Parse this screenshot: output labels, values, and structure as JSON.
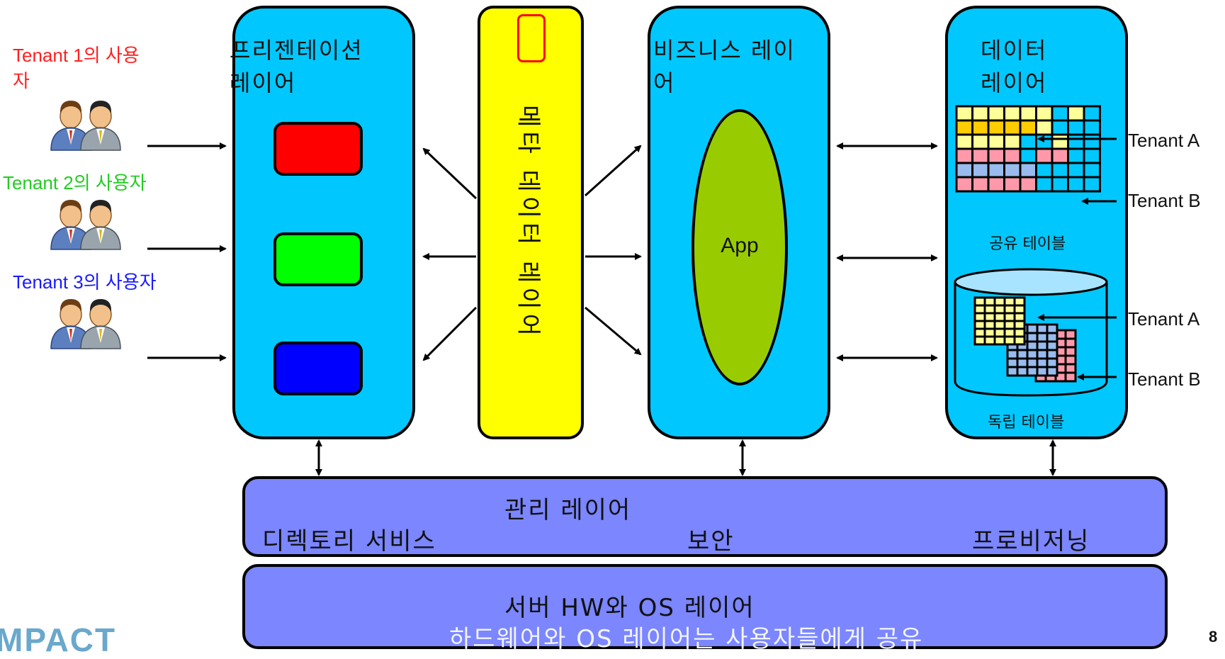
{
  "tenants": [
    {
      "label": "Tenant 1의 사용\n자",
      "color": "#ff2020"
    },
    {
      "label": "Tenant 2의 사용자",
      "color": "#22ee22"
    },
    {
      "label": "Tenant 3의 사용자",
      "color": "#1a1aff"
    }
  ],
  "presentation": {
    "title": "프리젠테이션\n레이어"
  },
  "metadata": {
    "title": "메타 데이터 레이어"
  },
  "business": {
    "title": "비즈니스 레이\n어",
    "app": "App"
  },
  "data": {
    "title": "데이터\n레이어",
    "shared_caption": "공유 테이블",
    "independent_caption": "독립 테이블",
    "tenant_labels": [
      "Tenant A",
      "Tenant B",
      "Tenant A",
      "Tenant B"
    ]
  },
  "management": {
    "title": "관리 레이어",
    "items": [
      "디렉토리 서비스",
      "보안",
      "프로비저닝"
    ]
  },
  "server": {
    "title": "서버 HW와 OS 레이어",
    "subtitle": "하드웨어와 OS 레이어는 사용자들에게 공유"
  },
  "footer": {
    "logo_text": "MPACT",
    "page_number": "8"
  },
  "colors": {
    "layer": "#00c8ff",
    "metadata": "#ffff00",
    "management": "#7b86ff",
    "app": "#99cc00",
    "box_red": "#ff0000",
    "box_green": "#00ff00",
    "box_blue": "#0000ff",
    "grid_yellow": "#ffff99",
    "grid_orange": "#ffcc00",
    "grid_pink": "#ff99aa",
    "grid_blue": "#99bbee"
  },
  "icons": [
    "user-pair-icon",
    "user-pair-icon",
    "user-pair-icon"
  ]
}
